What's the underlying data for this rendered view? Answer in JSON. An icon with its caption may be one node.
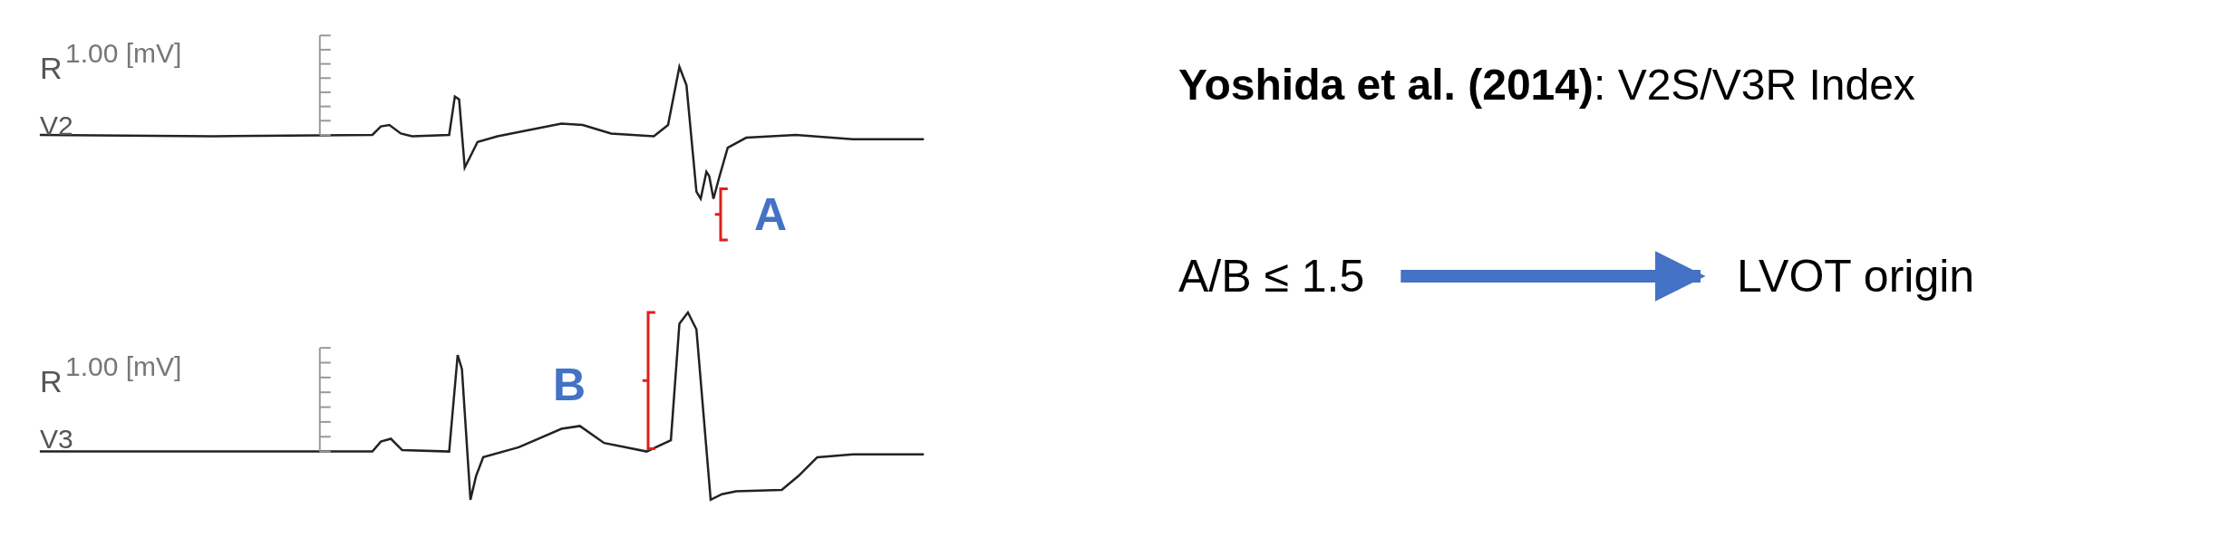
{
  "diagram": {
    "title": "**Yoshida et al. (2014)**: V2S/V3R Index",
    "nodes": [
      {
        "text": [
          "A/B  ≤ 1.5"
        ]
      },
      {
        "text": [
          "LVOT origin"
        ]
      }
    ],
    "edges": [
      {
        "from": 0,
        "to": 1,
        "arrow": "to"
      }
    ],
    "labels": [
      "R",
      "1.00 [mV]",
      "V2",
      "A",
      "R",
      "1.00 [mV]",
      "V3",
      "B"
    ]
  }
}
